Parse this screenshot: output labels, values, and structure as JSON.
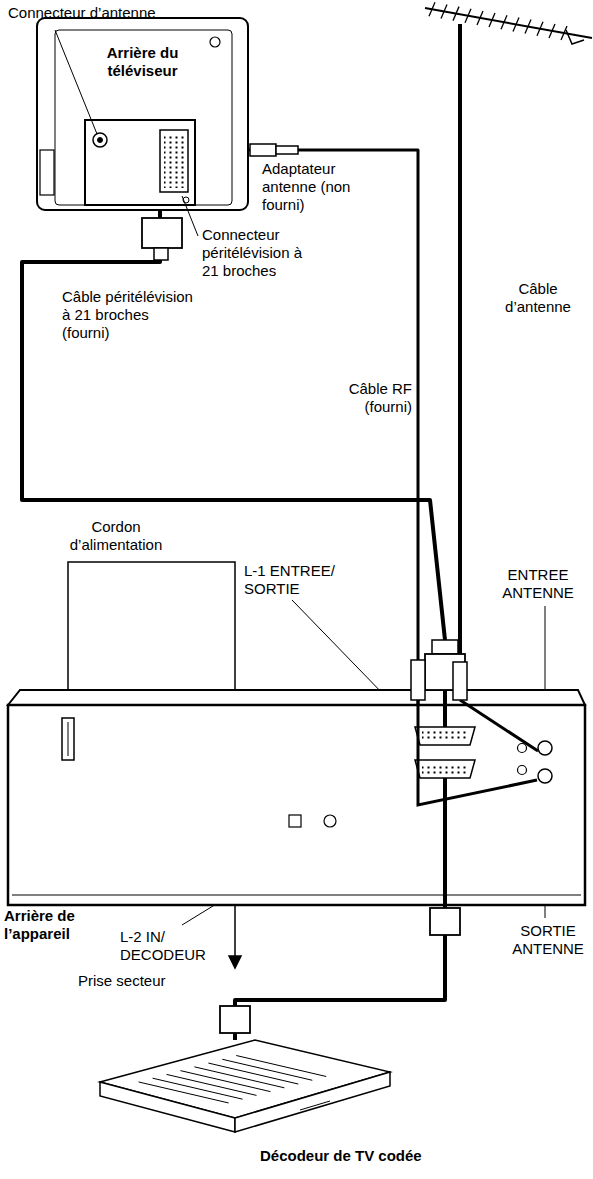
{
  "diagram": {
    "nodes": [
      {
        "text": [
          "Arrière du téléviseur"
        ]
      },
      {
        "text": [
          "Arrière de l’appareil"
        ]
      },
      {
        "text": [
          "Décodeur de TV codée"
        ]
      }
    ],
    "edges": [
      {
        "from": 0,
        "to": 1,
        "arrow": "none"
      },
      {
        "from": 0,
        "to": 1,
        "arrow": "none"
      },
      {
        "from": 1,
        "to": 2,
        "arrow": "none"
      }
    ],
    "labels": [
      "Connecteur d’antenne",
      "Adaptateur antenne (non fourni)",
      "Connecteur péritélévision à 21 broches",
      "Câble d’antenne",
      "Câble péritélévision à 21 broches (fourni)",
      "Câble RF (fourni)",
      "Cordon d’alimentation",
      "ENTREE ANTENNE",
      "L-1 ENTREE/ SORTIE",
      "L-2 IN/ DECODEUR",
      "SORTIE ANTENNE",
      "Prise secteur"
    ]
  }
}
